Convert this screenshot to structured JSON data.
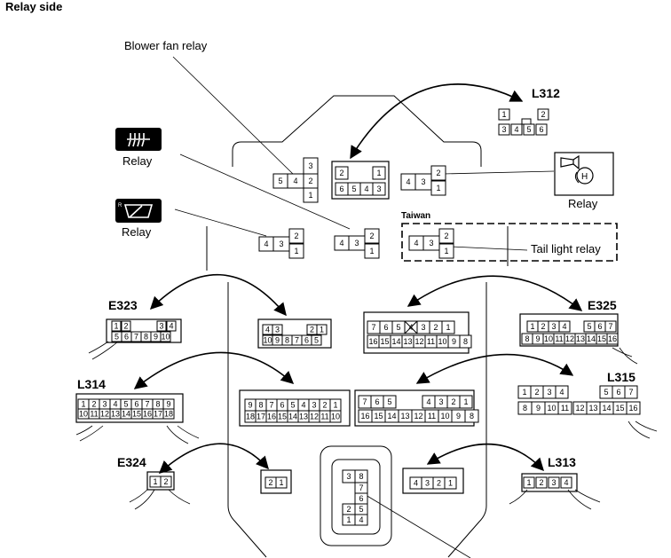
{
  "title": "Relay side",
  "labels": {
    "blower_fan_relay": "Blower fan relay",
    "relay_defogger": "Relay",
    "relay_wiper": "Relay",
    "relay_horn": "Relay",
    "taiwan": "Taiwan",
    "tail_light_relay": "Tail light relay"
  },
  "connectors": {
    "l312": "L312",
    "e323": "E323",
    "e325": "E325",
    "l314": "L314",
    "l315": "L315",
    "e324": "E324",
    "l313": "L313"
  },
  "pins": {
    "l312": [
      "1",
      "2",
      "3",
      "4",
      "5",
      "6"
    ],
    "e323": [
      "1",
      "2",
      "3",
      "4",
      "5",
      "6",
      "7",
      "8",
      "9",
      "10"
    ],
    "e325": [
      "1",
      "2",
      "3",
      "4",
      "5",
      "6",
      "7",
      "8",
      "9",
      "10",
      "11",
      "12",
      "13",
      "14",
      "15",
      "16"
    ],
    "l314": [
      "1",
      "2",
      "3",
      "4",
      "5",
      "6",
      "7",
      "8",
      "9",
      "10",
      "11",
      "12",
      "13",
      "14",
      "15",
      "16",
      "17",
      "18"
    ],
    "l315": [
      "1",
      "2",
      "3",
      "4",
      "5",
      "6",
      "7",
      "8",
      "9",
      "10",
      "11",
      "12",
      "13",
      "14",
      "15",
      "16"
    ],
    "e324": [
      "1",
      "2"
    ],
    "l313": [
      "1",
      "2",
      "3",
      "4"
    ],
    "c_e323": [
      "4",
      "3",
      "2",
      "1",
      "10",
      "9",
      "8",
      "7",
      "6",
      "5"
    ],
    "c_e325": [
      "7",
      "6",
      "5",
      "4",
      "3",
      "2",
      "1",
      "16",
      "15",
      "14",
      "13",
      "12",
      "11",
      "10",
      "9",
      "8"
    ],
    "c_l314": [
      "9",
      "8",
      "7",
      "6",
      "5",
      "4",
      "3",
      "2",
      "1",
      "18",
      "17",
      "16",
      "15",
      "14",
      "13",
      "12",
      "11",
      "10"
    ],
    "c_l315": [
      "7",
      "6",
      "5",
      "4",
      "3",
      "2",
      "1",
      "16",
      "15",
      "14",
      "13",
      "12",
      "11",
      "10",
      "9",
      "8"
    ],
    "c_e324": [
      "2",
      "1"
    ],
    "c_l313": [
      "4",
      "3",
      "2",
      "1"
    ],
    "center": [
      "3",
      "8",
      "7",
      "6",
      "2",
      "5",
      "1",
      "4"
    ],
    "relay_blower": [
      "5",
      "4",
      "2",
      "3",
      "1"
    ],
    "relay_top_mid": [
      "2",
      "1",
      "6",
      "5",
      "4",
      "3"
    ],
    "relay_horn_socket": [
      "4",
      "3",
      "2",
      "1"
    ],
    "relay_defog_socket": [
      "4",
      "3",
      "2",
      "1"
    ],
    "relay_wiper_socket": [
      "4",
      "3",
      "2",
      "1"
    ],
    "relay_tail_socket": [
      "4",
      "3",
      "2",
      "1"
    ]
  },
  "icons": [
    "rear-defogger-icon",
    "rear-wiper-icon",
    "horn-icon"
  ]
}
